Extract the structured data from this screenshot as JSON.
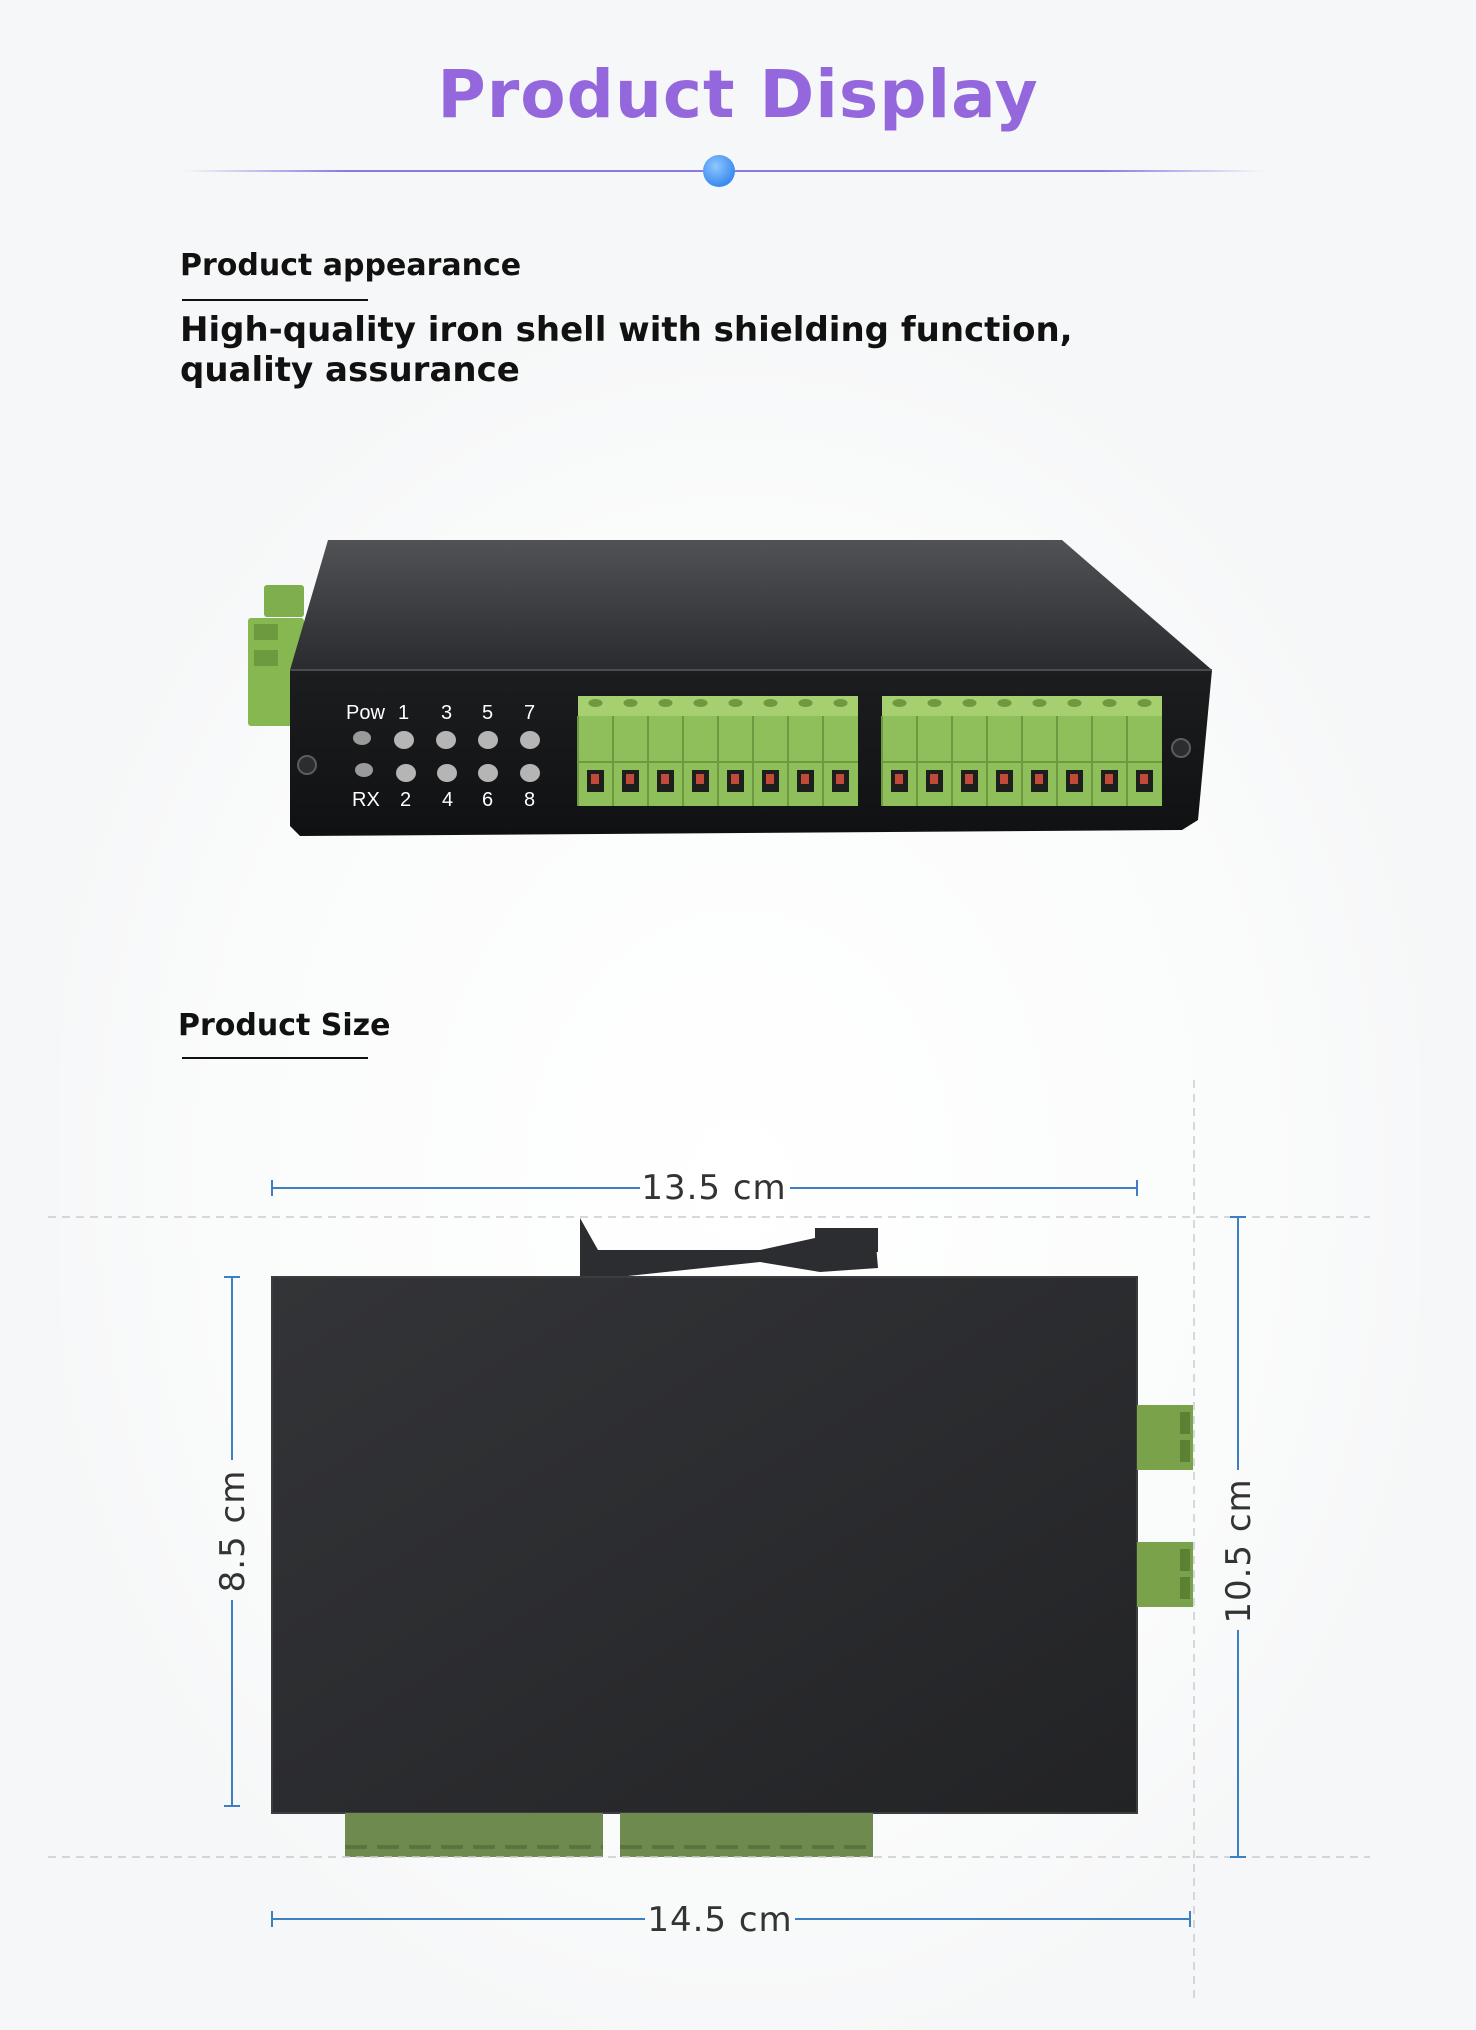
{
  "page": {
    "title": "Product Display",
    "accent_color": "#9567dc",
    "dot_color": "#3b8cf0"
  },
  "appearance": {
    "heading": "Product appearance",
    "description": "High-quality iron shell with shielding function, quality assurance",
    "panel": {
      "top_labels": [
        "Pow",
        "1",
        "3",
        "5",
        "7"
      ],
      "bottom_labels": [
        "RX",
        "2",
        "4",
        "6",
        "8"
      ],
      "terminal_color": "#8fbf5a",
      "terminal_blocks": 2,
      "pins_per_block": 8
    }
  },
  "size": {
    "heading": "Product Size",
    "top_width": "13.5 cm",
    "bottom_width": "14.5 cm",
    "left_height": "8.5 cm",
    "right_height": "10.5 cm"
  }
}
